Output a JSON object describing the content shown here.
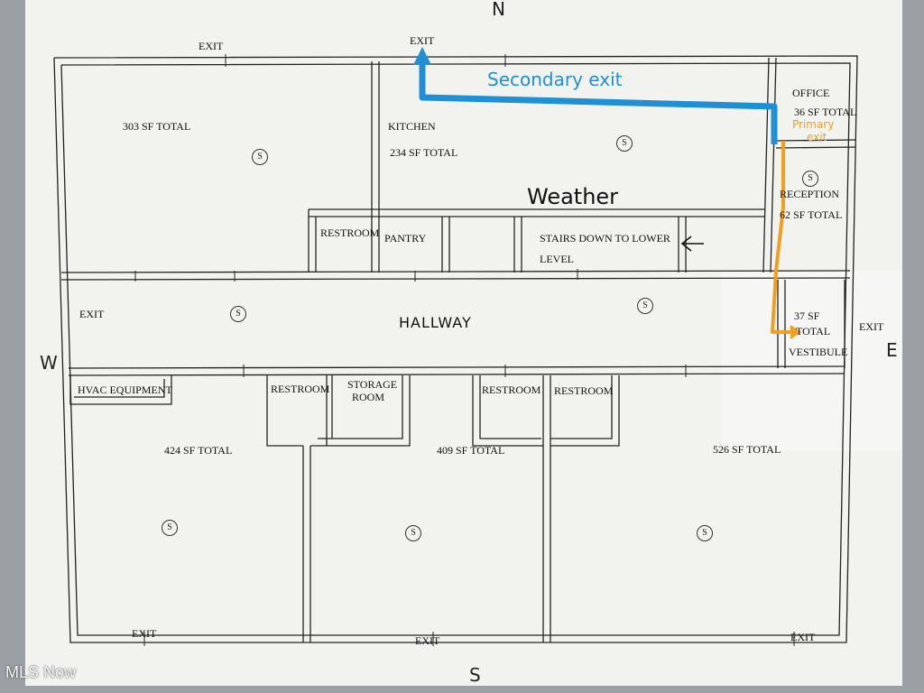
{
  "compass": {
    "north": "N",
    "south": "S",
    "west": "W",
    "east": "E"
  },
  "labels": {
    "exit_top_left": "EXIT",
    "exit_top_center": "EXIT",
    "exit_west": "EXIT",
    "exit_east": "EXIT",
    "exit_bottom_left": "EXIT",
    "exit_bottom_center": "EXIT",
    "exit_bottom_right": "EXIT",
    "room_nw": "303 SF TOTAL",
    "kitchen": "KITCHEN",
    "kitchen_area": "234 SF TOTAL",
    "office": "OFFICE",
    "office_area": "36 SF TOTAL",
    "reception": "RECEPTION",
    "reception_area": "62 SF TOTAL",
    "restroom_north": "RESTROOM",
    "pantry": "PANTRY",
    "stairs_line1": "STAIRS DOWN TO LOWER",
    "stairs_line2": "LEVEL",
    "vestibule_area_1": "37 SF",
    "vestibule_area_2": "TOTAL",
    "vestibule": "VESTIBULE",
    "hallway": "HALLWAY",
    "hvac": "HVAC EQUIPMENT",
    "restroom_sw": "RESTROOM",
    "storage_1": "STORAGE",
    "storage_2": "ROOM",
    "restroom_sc": "RESTROOM",
    "restroom_se": "RESTROOM",
    "room_sw_area": "424 SF TOTAL",
    "room_sc_area": "409 SF TOTAL",
    "room_se_area": "526 SF TOTAL"
  },
  "annotations": {
    "secondary_exit": "Secondary exit",
    "primary_exit_1": "Primary",
    "primary_exit_2": "exit",
    "weather": "Weather",
    "secondary_color": "#1f8fd6",
    "primary_color": "#f0a020"
  },
  "symbol_glyph": "S",
  "watermark": "MLS Now"
}
